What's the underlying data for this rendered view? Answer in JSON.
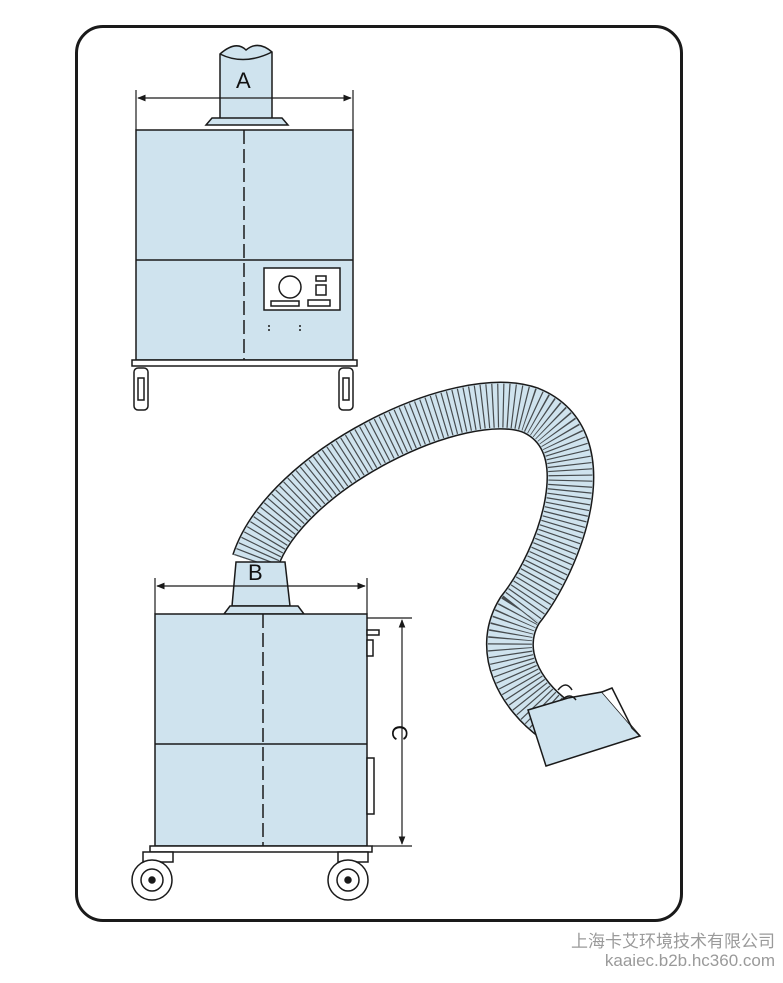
{
  "diagram": {
    "labels": {
      "a": "A",
      "b": "B",
      "c": "C"
    },
    "colors": {
      "fill": "#cfe3ee",
      "stroke": "#1a1a1a",
      "border": "#1a1a1a"
    }
  },
  "watermark": {
    "company": "上海卡艾环境技术有限公司",
    "url": "kaaiec.b2b.hc360.com"
  }
}
